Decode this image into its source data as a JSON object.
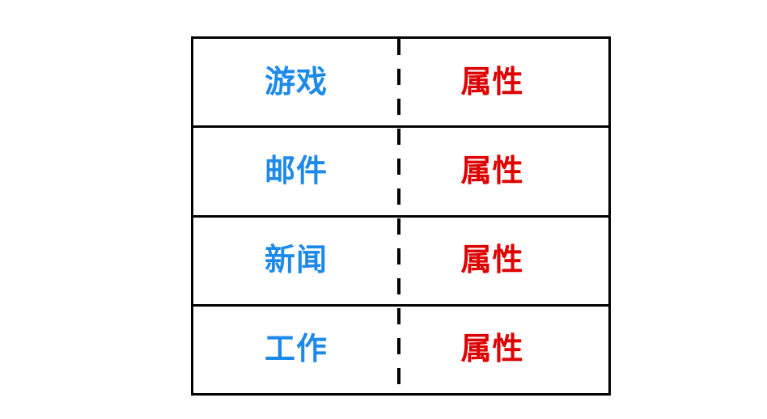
{
  "colors": {
    "category_text": "#1e8ae8",
    "attribute_text": "#de0000",
    "border": "#000000",
    "background": "#ffffff"
  },
  "table": {
    "rows": [
      {
        "category": "游戏",
        "attribute": "属性"
      },
      {
        "category": "邮件",
        "attribute": "属性"
      },
      {
        "category": "新闻",
        "attribute": "属性"
      },
      {
        "category": "工作",
        "attribute": "属性"
      }
    ]
  }
}
